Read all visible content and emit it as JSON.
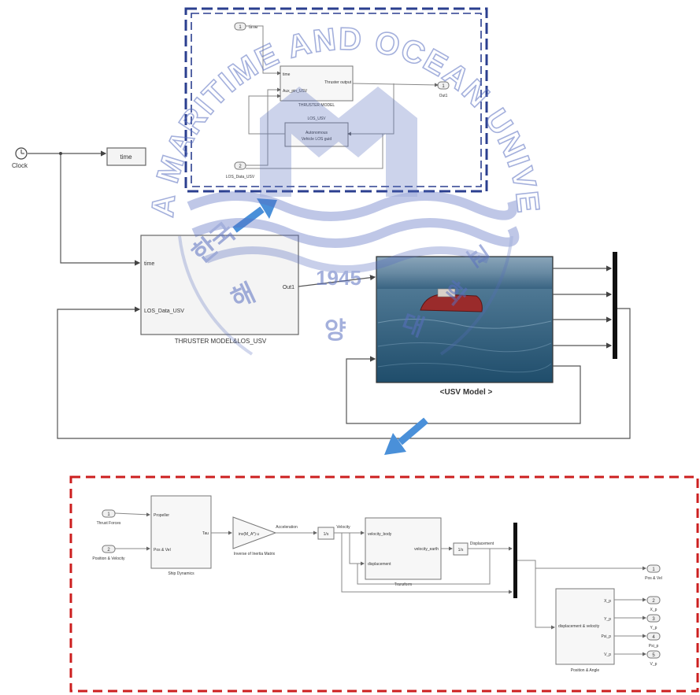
{
  "watermark": {
    "university": "KOREA MARITIME AND OCEAN UNIVERSITY",
    "year": "1945",
    "korean_left": "한국",
    "korean_chars": [
      "해",
      "양",
      "대",
      "학",
      "교"
    ],
    "color": "#5a6fc0"
  },
  "top_detail": {
    "frame_color": "#2b3f8f",
    "in_port1_num": "1",
    "in_port1_label": "time",
    "in_port2_num": "2",
    "in_port2_label": "LOS_Data_USV",
    "block1_in1": "time",
    "block1_in2": "Aux_pin_USV",
    "block1_out": "Thruster output",
    "block1_name": "THRUSTER MODEL",
    "block2_title": "LOS_USV",
    "block2_body1": "Autonomous",
    "block2_body2": "Vehicle LOS guid",
    "out_port_num": "1",
    "out_port_label": "Out1"
  },
  "main": {
    "clock_label": "Clock",
    "time_block_label": "time",
    "thruster_block": {
      "in1": "time",
      "in2": "LOS_Data_USV",
      "out": "Out1",
      "name": "THRUSTER MODEL&LOS_USV"
    },
    "usv_label": "<USV Model >",
    "arrow_color": "#4a90d9"
  },
  "bottom_detail": {
    "frame_color": "#cc1f1f",
    "in1_num": "1",
    "in1_label": "Thrust Forces",
    "in2_num": "2",
    "in2_label": "Position & Velocity",
    "ship_in1": "Propeller",
    "ship_in2": "Pos & Vel",
    "ship_out": "Tau",
    "ship_name": "Ship Dynamics",
    "gain_text": "inv(M_A*) u",
    "gain_name": "Inverse of Inertia Matrix",
    "accel_label": "Acceleration",
    "int1_label": "1/s",
    "vel_label": "Velocity",
    "trans_in1": "velocity_body",
    "trans_in2": "displacement",
    "trans_out": "velocity_earth",
    "trans_name": "Transform",
    "int2_label": "1/s",
    "disp_label": "Displacement",
    "out_main_num": "1",
    "out_main_label": "Pos & Vel",
    "pos_block_in": "displacement & velocity",
    "pos_block_outs": [
      "X_p",
      "Y_p",
      "Psi_p",
      "V_p"
    ],
    "pos_block_name": "Position & Angle",
    "out_ports": [
      {
        "num": "2",
        "label": "X_p"
      },
      {
        "num": "3",
        "label": "Y_p"
      },
      {
        "num": "4",
        "label": "Psi_p"
      },
      {
        "num": "5",
        "label": "V_p"
      }
    ]
  }
}
